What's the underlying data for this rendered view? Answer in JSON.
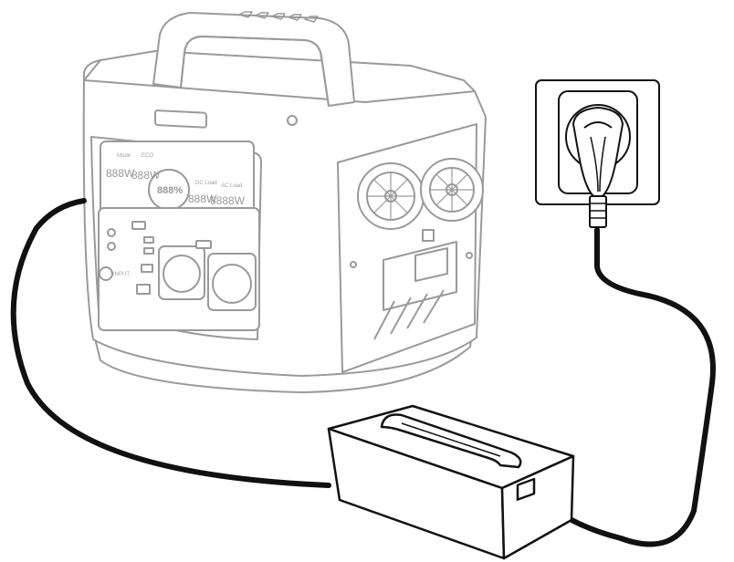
{
  "colors": {
    "station_outline": "#9a9a9a",
    "station_fill": "#ffffff",
    "cable": "#111111",
    "charger_outline": "#111111",
    "outlet_outline": "#111111"
  },
  "display": {
    "mode_label": "Mode",
    "eco_label": "ECO",
    "in_watts": "888W",
    "out_watts": "888W",
    "percent": "888%",
    "dc_load_label": "DC Load",
    "ac_load_label": "AC Load",
    "dc_watts": "888W",
    "ac_watts": "8888W"
  },
  "panel": {
    "input_label": "INPUT"
  },
  "icons": [
    "power-station-illustration",
    "wall-socket-icon",
    "ac-adapter-icon",
    "plug-icon",
    "fan-icon"
  ]
}
